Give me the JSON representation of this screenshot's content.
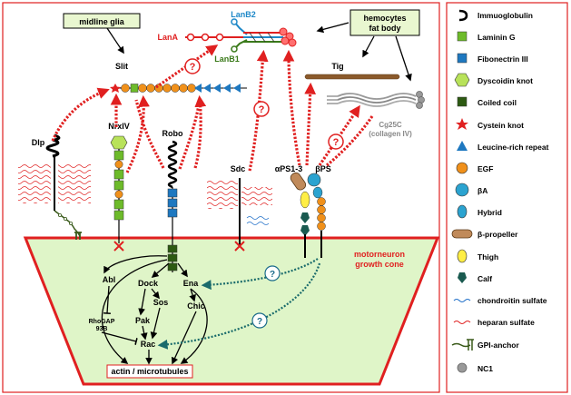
{
  "colors": {
    "laminin_red": "#e02020",
    "laminin_blue": "#1e88c8",
    "laminin_green": "#3a7a1a",
    "tig_brown": "#8b5a2b",
    "collagen_gray": "#8a8a8a",
    "growth_cone_fill": "#dff5c8",
    "growth_cone_border": "#e02020",
    "box_fill": "#e9f7d0",
    "egf_orange": "#f0901a",
    "fn3_blue": "#1e78c0",
    "lamG_green": "#6dbb2a",
    "coiled_green": "#2d5a12",
    "dysc_lime": "#b8e25a",
    "hybrid_blue": "#2ba3d0",
    "thigh_yellow": "#ffee44",
    "calf_teal": "#1a5a50"
  },
  "labels": {
    "midline_glia": "midline glia",
    "hemocytes": "hemocytes",
    "fat_body": "fat body",
    "lanb2": "LanB2",
    "lana": "LanA",
    "lanb1": "LanB1",
    "slit": "Slit",
    "tig": "Tig",
    "cg25c": "Cg25C",
    "collagen": "(collagen IV)",
    "dlp": "Dlp",
    "nrxiv": "NrxIV",
    "robo": "Robo",
    "sdc": "Sdc",
    "aps": "αPS1-3",
    "bps": "βPS",
    "motorneuron": "motorneuron",
    "growth_cone": "growth cone",
    "question": "?",
    "abl": "Abl",
    "dock": "Dock",
    "ena": "Ena",
    "sos": "Sos",
    "chic": "Chic",
    "rhogap": "RhoGAP",
    "rhogap2": "93B",
    "pak": "Pak",
    "rac": "Rac",
    "actin": "actin / microtubules"
  },
  "legend": [
    {
      "icon": "immunoglobulin-icon",
      "label": "Immuoglobulin"
    },
    {
      "icon": "laminin-g-icon",
      "label": "Laminin G"
    },
    {
      "icon": "fibonectin-iii-icon",
      "label": "Fibonectrin III"
    },
    {
      "icon": "dyscoidin-knot-icon",
      "label": "Dyscoidin knot"
    },
    {
      "icon": "coiled-coil-icon",
      "label": "Coiled coil"
    },
    {
      "icon": "cystein-knot-icon",
      "label": "Cystein knot"
    },
    {
      "icon": "leucine-rich-repeat-icon",
      "label": "Leucine-rich repeat"
    },
    {
      "icon": "egf-icon",
      "label": "EGF"
    },
    {
      "icon": "beta-a-icon",
      "label": "βA"
    },
    {
      "icon": "hybrid-icon",
      "label": "Hybrid"
    },
    {
      "icon": "beta-propeller-icon",
      "label": "β-propeller"
    },
    {
      "icon": "thigh-icon",
      "label": "Thigh"
    },
    {
      "icon": "calf-icon",
      "label": "Calf"
    },
    {
      "icon": "chondroitin-sulfate-icon",
      "label": "chondroitin sulfate"
    },
    {
      "icon": "heparan-sulfate-icon",
      "label": "heparan sulfate"
    },
    {
      "icon": "gpi-anchor-icon",
      "label": "GPI-anchor"
    },
    {
      "icon": "nc1-icon",
      "label": "NC1"
    }
  ]
}
